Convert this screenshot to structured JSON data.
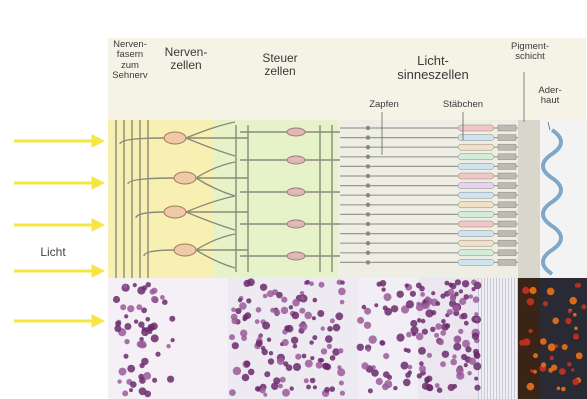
{
  "labels": {
    "nervenfasern": "Nerven-\nfasern\nzum\nSehnerv",
    "nervenzellen": "Nerven-\nzellen",
    "steuerzellen": "Steuer\nzellen",
    "lichtsinneszellen": "Licht-\nsinneszellen",
    "zapfen": "Zapfen",
    "staebchen": "Stäbchen",
    "pigmentschicht": "Pigment-\nschicht",
    "aderhaut": "Ader-\nhaut",
    "licht": "Licht"
  },
  "colors": {
    "arrow": "#f5e642",
    "nerve_zone": "#f7f0b2",
    "control_zone": "#e6f2c8",
    "receptor_zone": "#eeeee4",
    "header_bg": "#f5f3e6",
    "line": "#8a8a7a"
  }
}
